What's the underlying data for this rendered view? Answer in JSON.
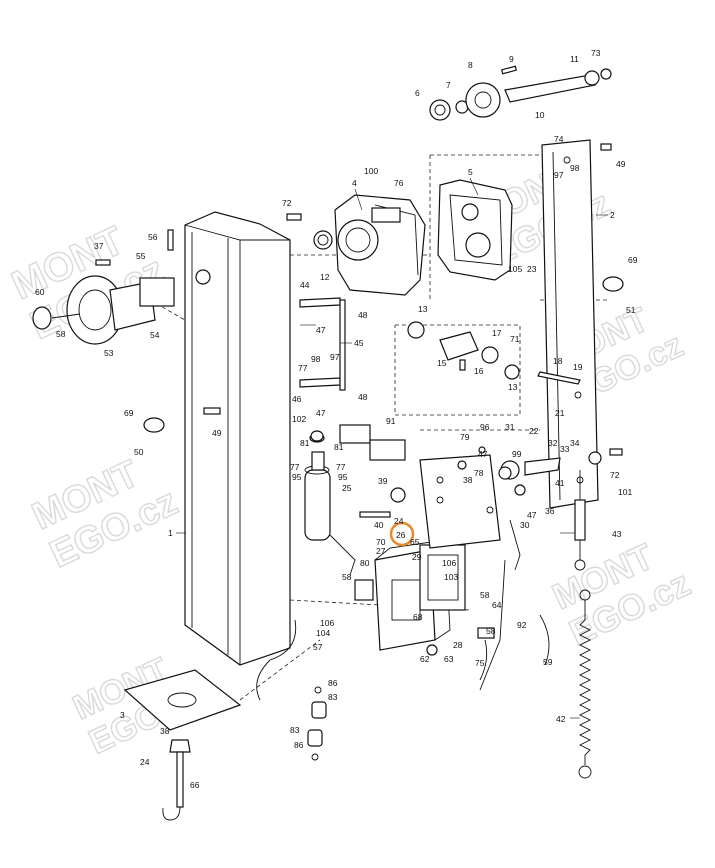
{
  "diagram": {
    "watermark_lines": [
      "MONT",
      "EGO.cz"
    ],
    "highlight": {
      "label": "26",
      "color": "#e8892b"
    },
    "labels": [
      "1",
      "2",
      "3",
      "4",
      "5",
      "6",
      "7",
      "8",
      "9",
      "10",
      "11",
      "12",
      "13",
      "13",
      "15",
      "16",
      "17",
      "18",
      "19",
      "21",
      "22",
      "23",
      "24",
      "24",
      "25",
      "26",
      "27",
      "28",
      "29",
      "30",
      "31",
      "32",
      "33",
      "34",
      "36",
      "37",
      "38",
      "38",
      "39",
      "40",
      "41",
      "42",
      "43",
      "44",
      "45",
      "46",
      "47",
      "47",
      "47",
      "47",
      "48",
      "48",
      "49",
      "49",
      "50",
      "51",
      "53",
      "54",
      "55",
      "56",
      "57",
      "58",
      "58",
      "58",
      "58",
      "59",
      "60",
      "62",
      "63",
      "64",
      "65",
      "66",
      "68",
      "69",
      "69",
      "70",
      "71",
      "72",
      "72",
      "73",
      "74",
      "75",
      "76",
      "77",
      "77",
      "77",
      "78",
      "79",
      "80",
      "81",
      "81",
      "83",
      "83",
      "86",
      "86",
      "91",
      "92",
      "95",
      "95",
      "96",
      "97",
      "97",
      "98",
      "98",
      "99",
      "100",
      "101",
      "102",
      "103",
      "104",
      "105",
      "106",
      "106"
    ]
  }
}
